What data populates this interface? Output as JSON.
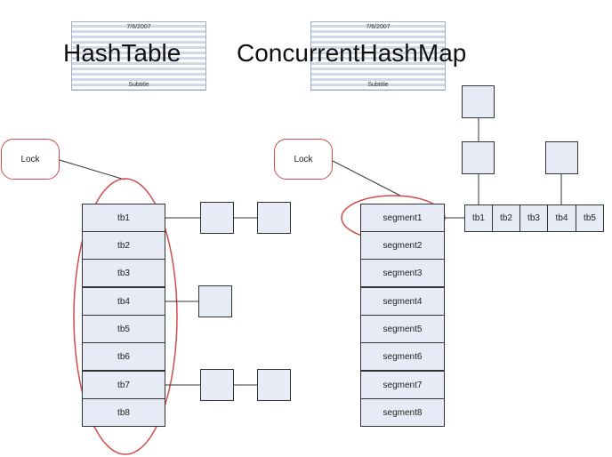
{
  "slide_thumbnails": [
    {
      "date": "7/6/2007",
      "subtitle": "Subtitle"
    },
    {
      "date": "7/6/2007",
      "subtitle": "Subtitle"
    }
  ],
  "titles": {
    "left": "HashTable",
    "right": "ConcurrentHashMap"
  },
  "hashtable": {
    "lock": "Lock",
    "buckets": [
      "tb1",
      "tb2",
      "tb3",
      "tb4",
      "tb5",
      "tb6",
      "tb7",
      "tb8"
    ]
  },
  "concurrent": {
    "lock": "Lock",
    "segments": [
      "segment1",
      "segment2",
      "segment3",
      "segment4",
      "segment5",
      "segment6",
      "segment7",
      "segment8"
    ],
    "buckets": [
      "tb1",
      "tb2",
      "tb3",
      "tb4",
      "tb5"
    ]
  },
  "colors": {
    "cell_fill": "#e7ebf6",
    "lock_outline": "#d34a4a"
  }
}
